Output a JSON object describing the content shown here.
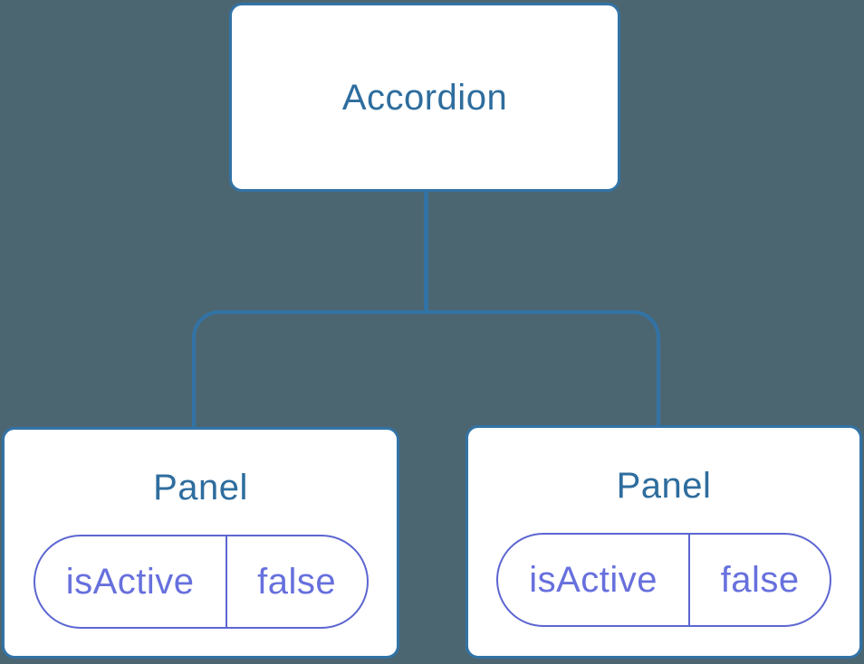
{
  "diagram": {
    "type": "component-tree",
    "colors": {
      "background": "#4C6671",
      "node_border": "#3273A6",
      "node_text": "#2E6D9E",
      "connector": "#3273A6",
      "state_border": "#5C66D1",
      "state_text": "#6770DD"
    },
    "root": {
      "label": "Accordion"
    },
    "children": [
      {
        "label": "Panel",
        "state": {
          "key": "isActive",
          "value": "false"
        }
      },
      {
        "label": "Panel",
        "state": {
          "key": "isActive",
          "value": "false"
        }
      }
    ]
  }
}
